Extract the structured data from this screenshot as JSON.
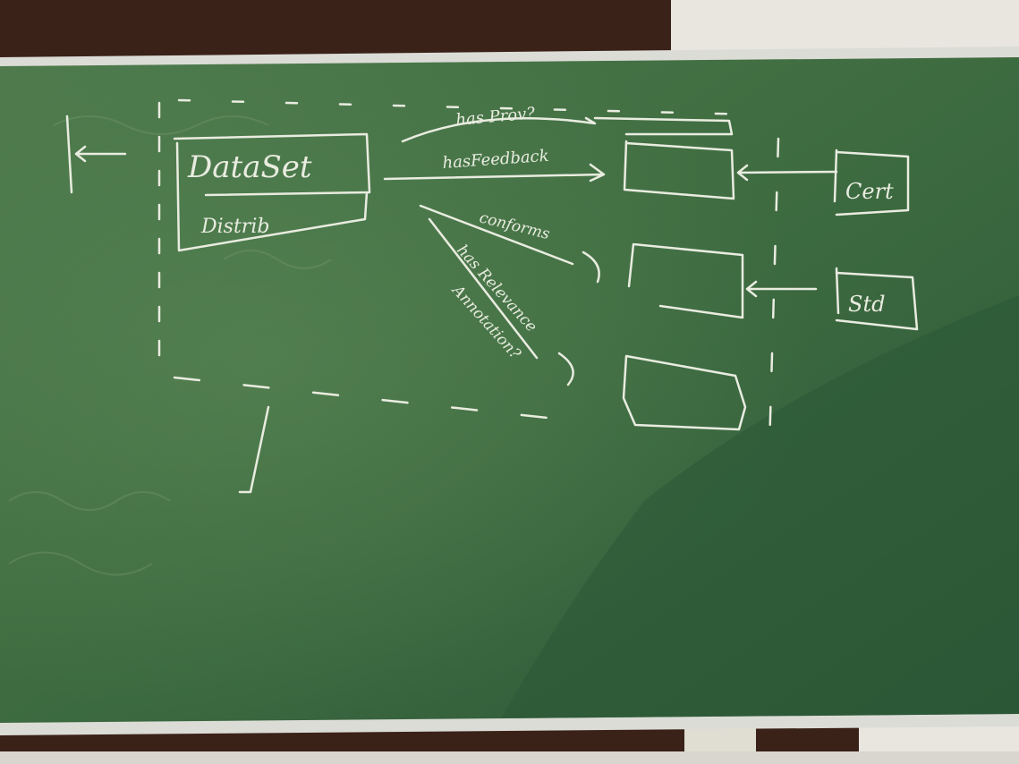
{
  "colors": {
    "wall_wood": "#3a2219",
    "wall_light": "#e8e6df",
    "frame": "#dcdcd6",
    "board_light": "#4f7a4d",
    "board_mid": "#3b6a3d",
    "board_dark": "#2e5a39",
    "chalk": "#e9ece0"
  },
  "board": {
    "box_dataset": "DataSet",
    "box_distrib": "Distrib",
    "arrow_hasprov": "has Prov?",
    "arrow_hasfeedback": "hasFeedback",
    "arrow_conforms": "conforms",
    "arrow_hasrelevance": "has Relevance",
    "arrow_annotation": "Annotation?",
    "box_cert": "Cert",
    "box_std": "Std"
  }
}
